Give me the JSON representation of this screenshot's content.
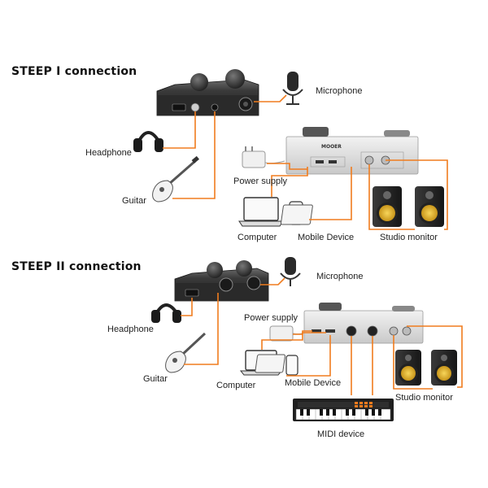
{
  "section1": {
    "title": "STEEP I connection",
    "labels": {
      "microphone": "Microphone",
      "headphone": "Headphone",
      "guitar": "Guitar",
      "power_supply": "Power supply",
      "computer": "Computer",
      "mobile_device": "Mobile Device",
      "studio_monitor": "Studio monitor"
    },
    "device_brand": "MOOER"
  },
  "section2": {
    "title": "STEEP II connection",
    "labels": {
      "microphone": "Microphone",
      "power_supply": "Power supply",
      "headphone": "Headphone",
      "guitar": "Guitar",
      "computer": "Computer",
      "mobile_device": "Mobile Device",
      "studio_monitor": "Studio monitor",
      "midi_device": "MIDI device"
    }
  },
  "colors": {
    "cable": "#f07c1e",
    "device_dark": "#2b2b2b",
    "device_light": "#d9d9d9",
    "speaker_cone": "#e8b92c"
  }
}
